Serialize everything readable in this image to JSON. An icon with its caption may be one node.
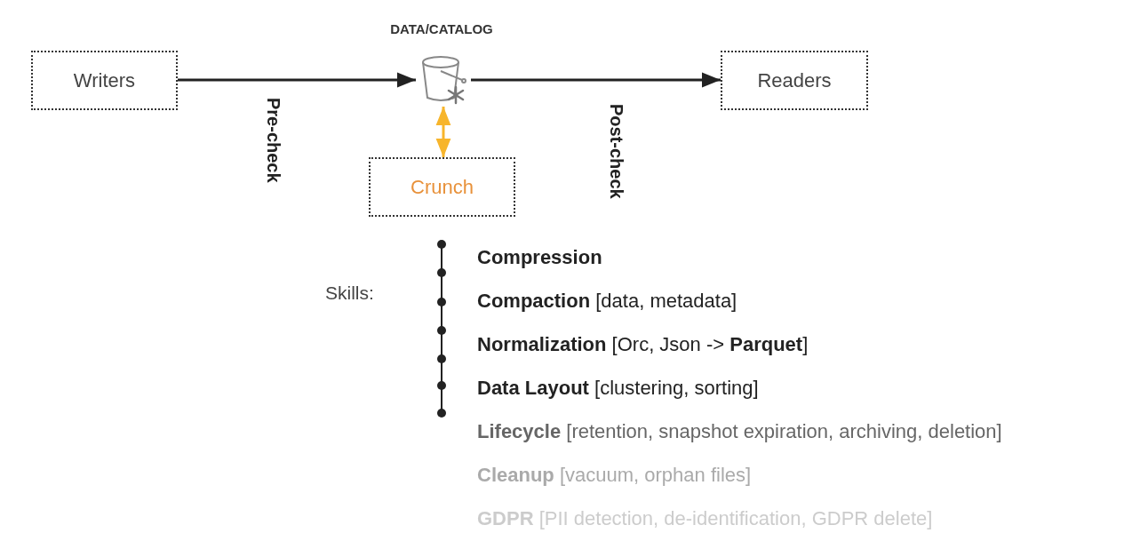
{
  "diagram": {
    "nodes": [
      {
        "text": [
          "Writers"
        ]
      },
      {
        "text": [],
        "shape": "bucket",
        "beside": [
          "DATA/CATALOG"
        ]
      },
      {
        "text": [
          "Readers"
        ]
      },
      {
        "text": [
          "Crunch"
        ]
      }
    ],
    "edges": [
      {
        "from": 0,
        "to": 1,
        "arrow": "to",
        "label": "Pre-check"
      },
      {
        "from": 1,
        "to": 2,
        "arrow": "to",
        "label": "Post-check"
      },
      {
        "from": 1,
        "to": 3,
        "arrow": "both",
        "color": "#f7b52c"
      }
    ],
    "labels": [
      "Skills:",
      "**Compression**",
      "**Compaction** [data, metadata]",
      "**Normalization**  [Orc, Json -> **Parquet**]",
      "**Data Layout**  [clustering, sorting]",
      "**Lifecycle**  [retention, snapshot expiration, archiving, deletion]",
      "**Cleanup**  [vacuum, orphan files]",
      "**GDPR**  [PII detection, de-identification, GDPR delete]"
    ]
  }
}
